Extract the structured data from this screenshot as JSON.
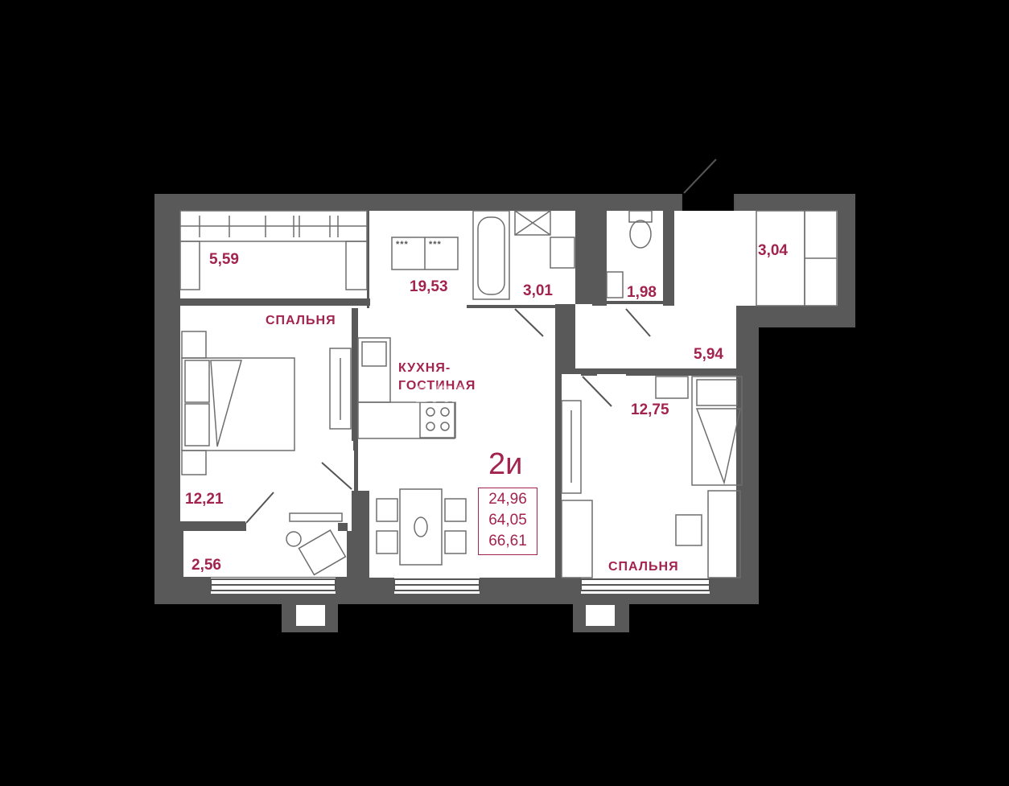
{
  "plan": {
    "type_code": "2и",
    "areas_summary": [
      "24,96",
      "64,05",
      "66,61"
    ],
    "watermark": "ВЛАДИС",
    "stove_marks": [
      "***",
      "***"
    ],
    "rooms": [
      {
        "name": "wardrobe",
        "area": "5,59"
      },
      {
        "name": "bedroom-left",
        "label": "СПАЛЬНЯ",
        "area": "12,21"
      },
      {
        "name": "balcony",
        "area": "2,56"
      },
      {
        "name": "kitchen-living",
        "label_line1": "КУХНЯ-",
        "label_line2": "ГОСТИНАЯ",
        "area": "19,53"
      },
      {
        "name": "bathroom",
        "area": "3,01"
      },
      {
        "name": "toilet",
        "area": "1,98"
      },
      {
        "name": "storage",
        "area": "3,04"
      },
      {
        "name": "hallway",
        "area": "5,94"
      },
      {
        "name": "bedroom-right",
        "label": "СПАЛЬНЯ",
        "area": "12,75"
      }
    ]
  },
  "colors": {
    "wall": "#595959",
    "floor": "#ffffff",
    "accent": "#a3234f",
    "background": "#000000",
    "furniture": "#6e6e6e"
  }
}
